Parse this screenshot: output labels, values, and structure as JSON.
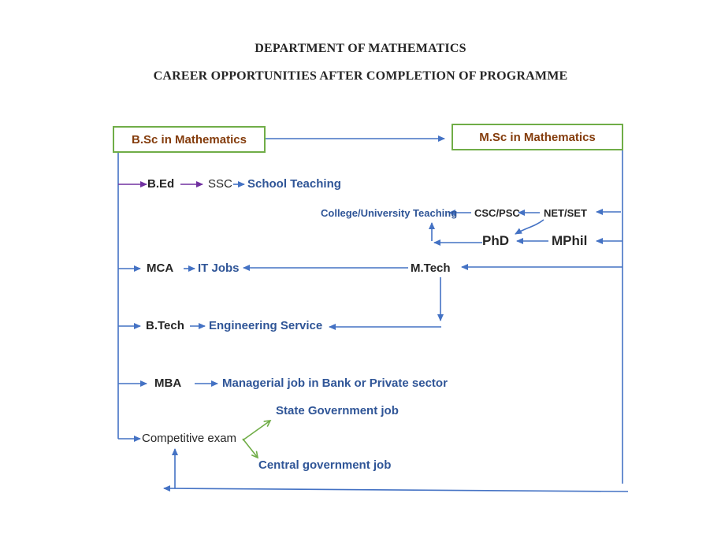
{
  "header": {
    "title_line1": "DEPARTMENT OF MATHEMATICS",
    "title_line2": "CAREER OPPORTUNITIES AFTER COMPLETION OF PROGRAMME"
  },
  "boxes": {
    "bsc": {
      "label": "B.Sc in Mathematics"
    },
    "msc": {
      "label": "M.Sc in Mathematics"
    }
  },
  "nodes": {
    "bed": "B.Ed",
    "ssc": "SSC",
    "school_teaching": "School Teaching",
    "college_university_teaching": "College/University Teaching",
    "csc_psc": "CSC/PSC",
    "net_set": "NET/SET",
    "phd": "PhD",
    "mphil": "MPhil",
    "mca": "MCA",
    "it_jobs": "IT Jobs",
    "mtech": "M.Tech",
    "btech": "B.Tech",
    "engineering_service": "Engineering Service",
    "mba": "MBA",
    "managerial_job": "Managerial job in Bank or Private sector",
    "competitive_exam": "Competitive exam",
    "state_government_job": "State Government job",
    "central_government_job": "Central government job"
  },
  "colors": {
    "arrow_blue": "#4472C4",
    "arrow_purple": "#7030A0",
    "arrow_green": "#70AD47",
    "box_border": "#70AD47",
    "box_text": "#843C0C",
    "label_blue": "#2F5597",
    "text_black": "#262626"
  }
}
